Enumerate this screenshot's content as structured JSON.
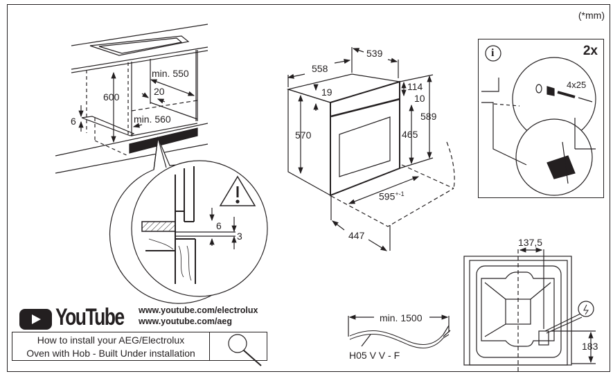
{
  "units_note": "(*mm)",
  "cabinet": {
    "dim_600": "600",
    "dim_6": "6",
    "dim_min550": "min. 550",
    "dim_20": "20",
    "dim_min560": "min. 560"
  },
  "detail": {
    "dim_6": "6",
    "dim_3": "3"
  },
  "oven": {
    "dim_558": "558",
    "dim_539": "539",
    "dim_19": "19",
    "dim_114": "114",
    "dim_10": "10",
    "dim_570": "570",
    "dim_465": "465",
    "dim_589": "589",
    "dim_595": "595",
    "dim_595_tol": "+-1",
    "dim_447": "447"
  },
  "info_panel": {
    "count": "2x",
    "screw": "4x25"
  },
  "cable": {
    "length": "min. 1500",
    "type": "H05 V V - F"
  },
  "rear": {
    "dim_137": "137,5",
    "dim_183": "183"
  },
  "youtube": {
    "brand": "YouTube",
    "url1": "www.youtube.com/electrolux",
    "url2": "www.youtube.com/aeg",
    "howto_line1": "How to install your AEG/Electrolux",
    "howto_line2": "Oven with Hob - Built Under installation"
  }
}
